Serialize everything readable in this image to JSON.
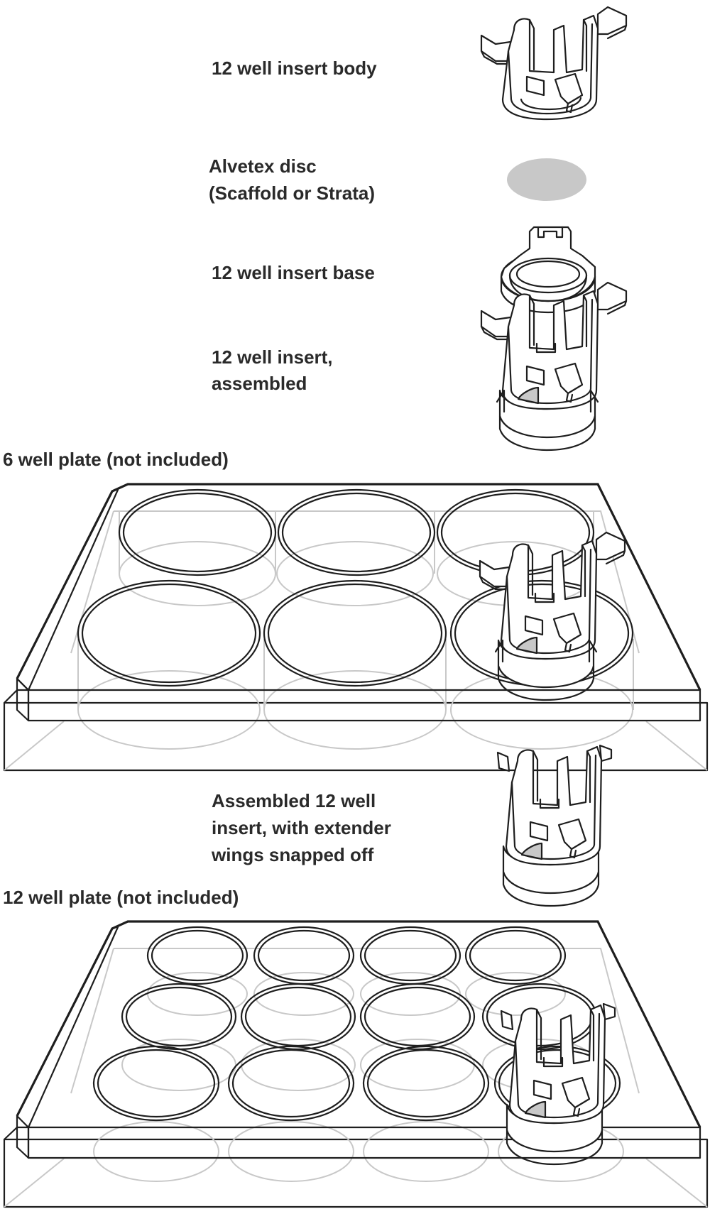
{
  "labels": {
    "insert_body": "12 well insert body",
    "disc_line1": "Alvetex disc",
    "disc_line2": "(Scaffold or Strata)",
    "insert_base": "12 well insert base",
    "assembled_line1": "12 well insert,",
    "assembled_line2": "assembled",
    "plate6": "6 well plate (not included)",
    "wings_line1": "Assembled 12 well",
    "wings_line2": "insert, with extender",
    "wings_line3": "wings snapped off",
    "plate12": "12 well plate (not included)"
  },
  "colors": {
    "line": "#1e1e1e",
    "ghost_line": "#c8c8c8",
    "disc_fill": "#c8c8c8",
    "background": "#ffffff"
  },
  "plates": [
    {
      "name": "6 well plate",
      "rows": 2,
      "columns": 3,
      "insert_in_well": "bottom-right"
    },
    {
      "name": "12 well plate",
      "rows": 3,
      "columns": 4,
      "insert_in_well": "bottom-right"
    }
  ]
}
